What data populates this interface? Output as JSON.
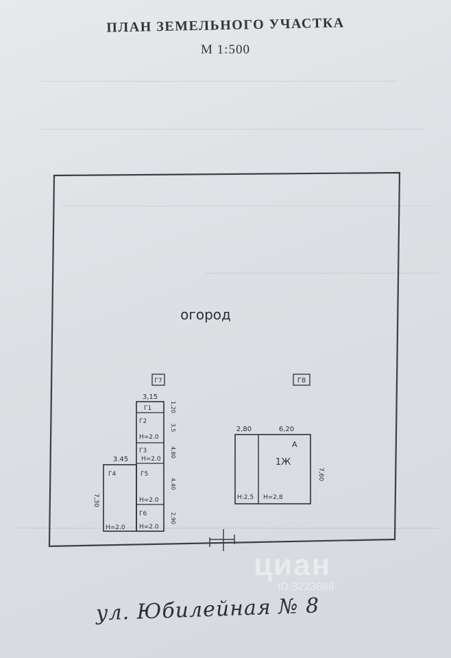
{
  "header": {
    "title": "ПЛАН ЗЕМЕЛЬНОГО УЧАСТКА",
    "scale": "М 1:500"
  },
  "plot": {
    "area_label": "огород"
  },
  "markers": {
    "g7": "Г7",
    "g8": "Г8"
  },
  "outbuildings": {
    "top_width": "3,15",
    "g1": "Г1",
    "g1_side": "1,20",
    "g2": "Г2",
    "g2_side": "3,5",
    "g2_height": "Н=2.0",
    "g3": "Г3",
    "g3_side": "4,80",
    "g3_height": "Н=2.0",
    "g4_width": "3.45",
    "g4": "Г4",
    "g4_side": "7,30",
    "g4_height": "Н=2.0",
    "g5": "Г5",
    "g5_side": "4,40",
    "g5_height": "Н=2.0",
    "g6": "Г6",
    "g6_side": "2,90",
    "g6_height": "Н=2.0"
  },
  "house": {
    "width_left": "2,80",
    "width_right": "6,20",
    "letter": "А",
    "label": "1Ж",
    "depth": "7,60",
    "height_left": "Н:2,5",
    "height_right": "Н=2,8"
  },
  "street": {
    "label": "ул. Юбилейная № 8"
  },
  "watermark": {
    "brand": "циан",
    "id": "ID 3223688"
  },
  "colors": {
    "paper": "#dfe1e4",
    "ink": "#2a2d33"
  }
}
